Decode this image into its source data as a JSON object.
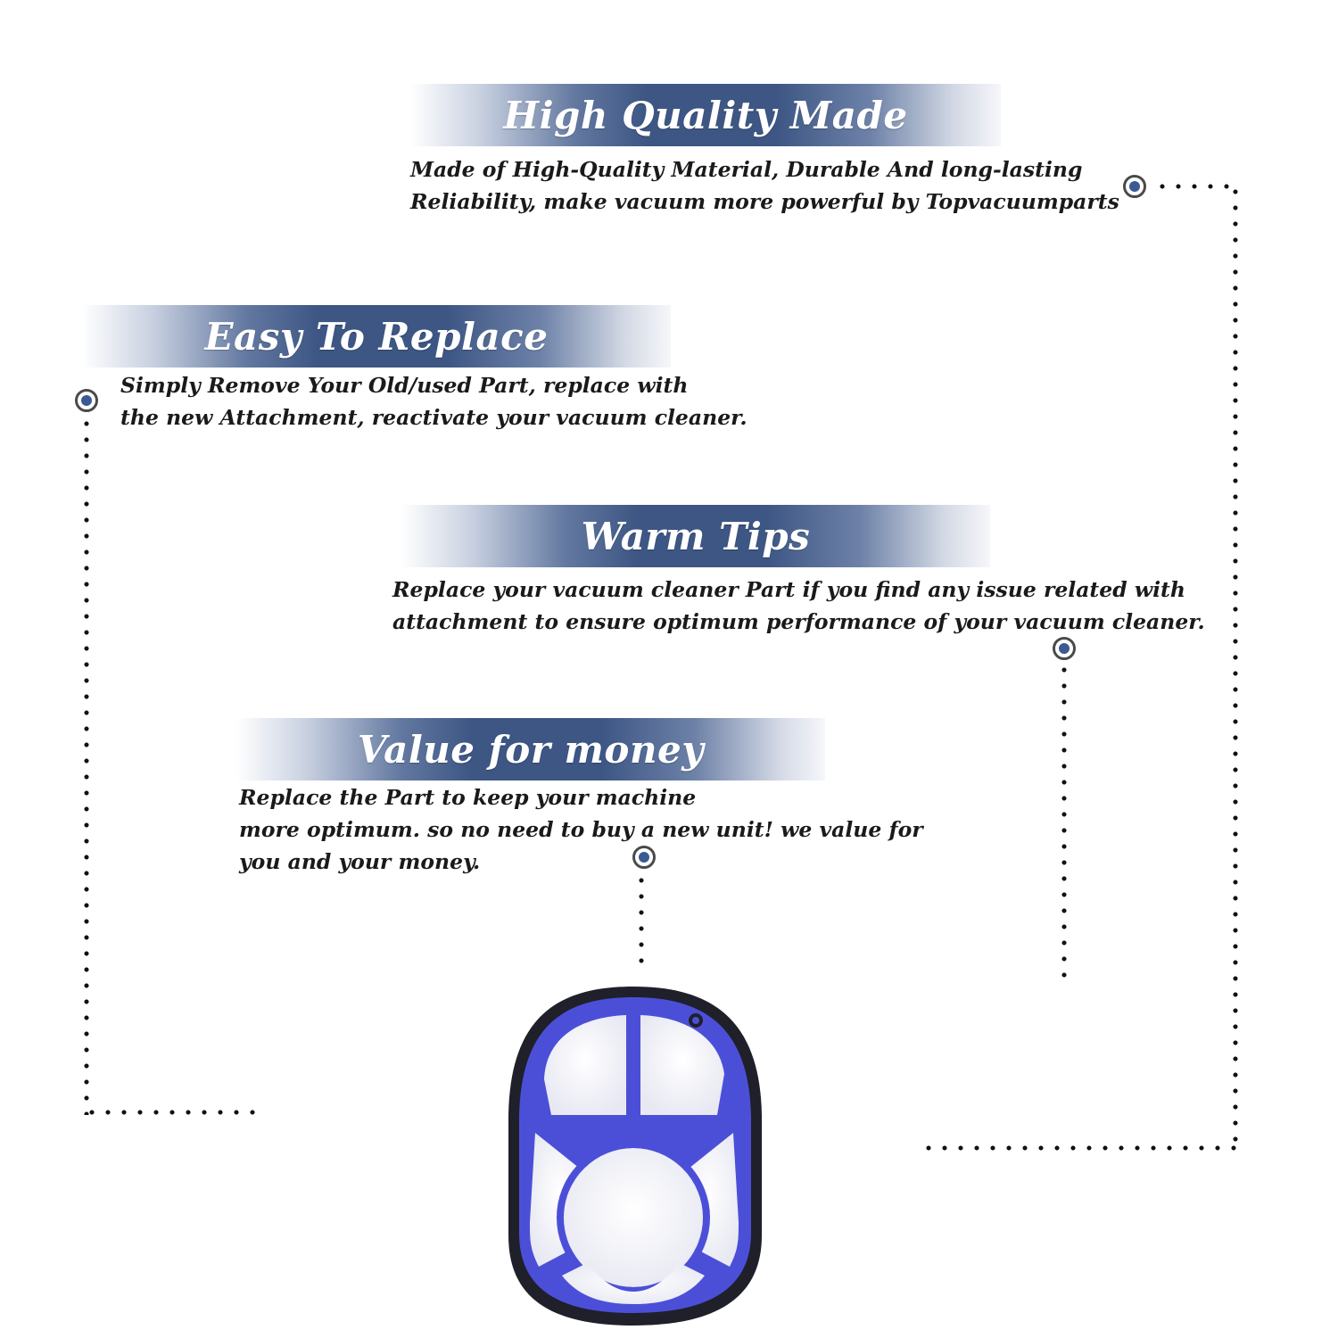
{
  "features": [
    {
      "title": "High Quality Made",
      "lines": [
        "Made of  High-Quality Material, Durable And long-lasting",
        "Reliability, make vacuum more powerful by Topvacuumparts"
      ]
    },
    {
      "title": "Easy To Replace",
      "lines": [
        "Simply Remove Your Old/used Part, replace with",
        "the new Attachment, reactivate your vacuum cleaner."
      ]
    },
    {
      "title": "Warm Tips",
      "lines": [
        "Replace your vacuum cleaner Part if you find any issue related with",
        " attachment to ensure optimum performance of your vacuum cleaner."
      ]
    },
    {
      "title": "Value for money",
      "lines": [
        "Replace the Part to keep your machine",
        "more optimum. so no need to buy a new unit! we value for",
        "you and your money."
      ]
    }
  ],
  "colors": {
    "banner_blue": "#3d5684",
    "marker_fill": "#3b5a92",
    "filter_frame": "#4b4fd8",
    "filter_rim": "#1f2029",
    "filter_mesh": "#f6f6fa"
  },
  "product": {
    "name_icon": "vacuum-filter-image"
  }
}
